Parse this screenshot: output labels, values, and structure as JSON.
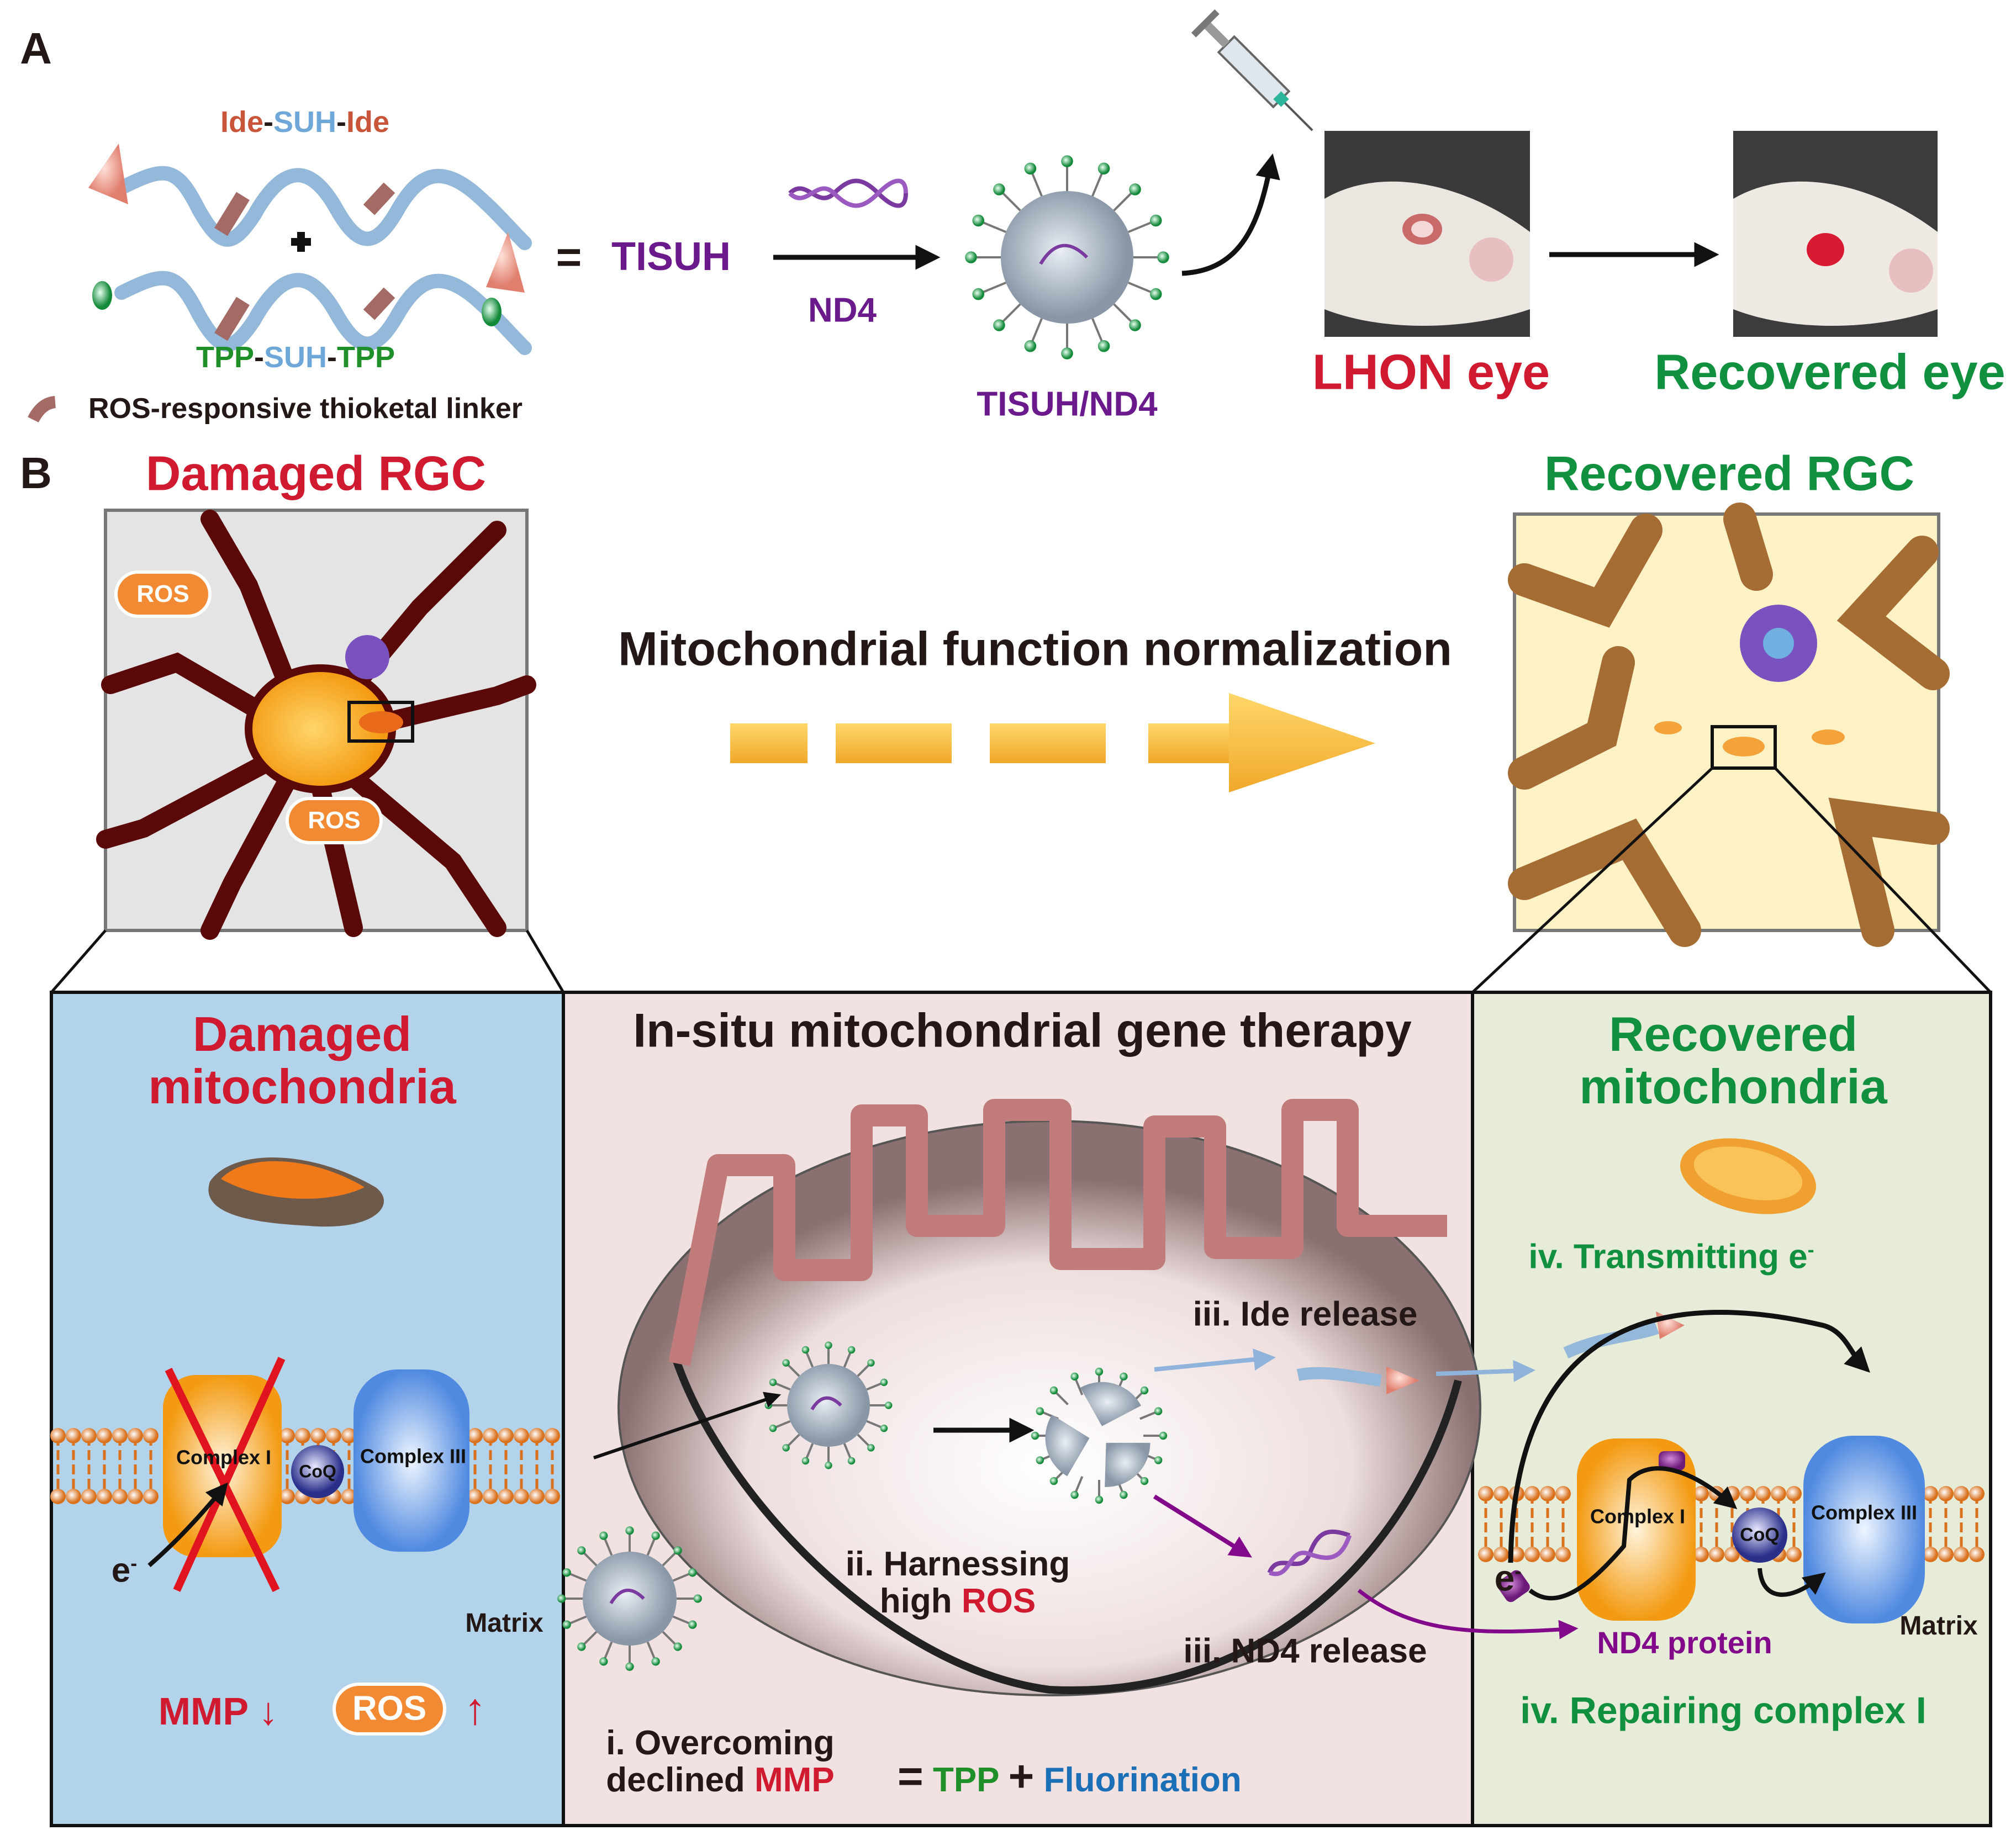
{
  "panel_a": {
    "letter": "A",
    "ide_suh_ide": {
      "part1": "Ide",
      "dash1": "-",
      "part2": "SUH",
      "dash2": "-",
      "part3": "Ide"
    },
    "plus": "+",
    "tpp_suh_tpp": {
      "part1": "TPP",
      "dash1": "-",
      "part2": "SUH",
      "dash2": "-",
      "part3": "TPP"
    },
    "linker_legend": "ROS-responsive thioketal linker",
    "equals": "=",
    "tisuh": "TISUH",
    "nd4": "ND4",
    "tisuh_nd4": "TISUH/ND4",
    "lhon_eye": "LHON eye",
    "recovered_eye": "Recovered eye"
  },
  "panel_b": {
    "letter": "B",
    "damaged_rgc": "Damaged RGC",
    "recovered_rgc": "Recovered RGC",
    "ros_label": "ROS",
    "normalization": "Mitochondrial function normalization",
    "left": {
      "title_line1": "Damaged",
      "title_line2": "mitochondria",
      "complex1": "Complex I",
      "coq": "CoQ",
      "complex3": "Complex III",
      "electron": "e",
      "electron_sup": "-",
      "matrix": "Matrix",
      "mmp": "MMP",
      "mmp_arrow": "↓",
      "ros": "ROS",
      "ros_arrow": "↑"
    },
    "middle": {
      "title": "In-situ mitochondrial gene therapy",
      "ide_release": "iii. Ide release",
      "harnessing_line1": "ii. Harnessing",
      "harnessing_line2_a": "high ",
      "harnessing_line2_b": "ROS",
      "nd4_release": "iii. ND4 release",
      "overcoming_line1": "i. Overcoming",
      "overcoming_line2_a": "declined ",
      "overcoming_line2_b": "MMP",
      "equals": "=",
      "tpp": "TPP",
      "plus": "+",
      "fluorination": "Fluorination"
    },
    "right": {
      "title_line1": "Recovered",
      "title_line2": "mitochondria",
      "transmitting": "iv. Transmitting e",
      "transmitting_sup": "-",
      "complex1": "Complex I",
      "coq": "CoQ",
      "complex3": "Complex III",
      "electron": "e",
      "electron_sup": "-",
      "nd4_protein": "ND4 protein",
      "matrix": "Matrix",
      "repairing": "iv. Repairing complex I"
    }
  },
  "colors": {
    "damaged_red": "#cf1a2f",
    "recovered_green": "#11903f",
    "tisuh_purple": "#6b1a8c",
    "fluorination_blue": "#1b6fb6",
    "ide_orange": "#c8553a",
    "suh_blue": "#6fa8d8",
    "linker_brown": "#a36a66",
    "left_panel_bg": "#b3d3ea",
    "middle_panel_bg": "#f2e1e1",
    "right_panel_bg": "#e6ecd7"
  }
}
